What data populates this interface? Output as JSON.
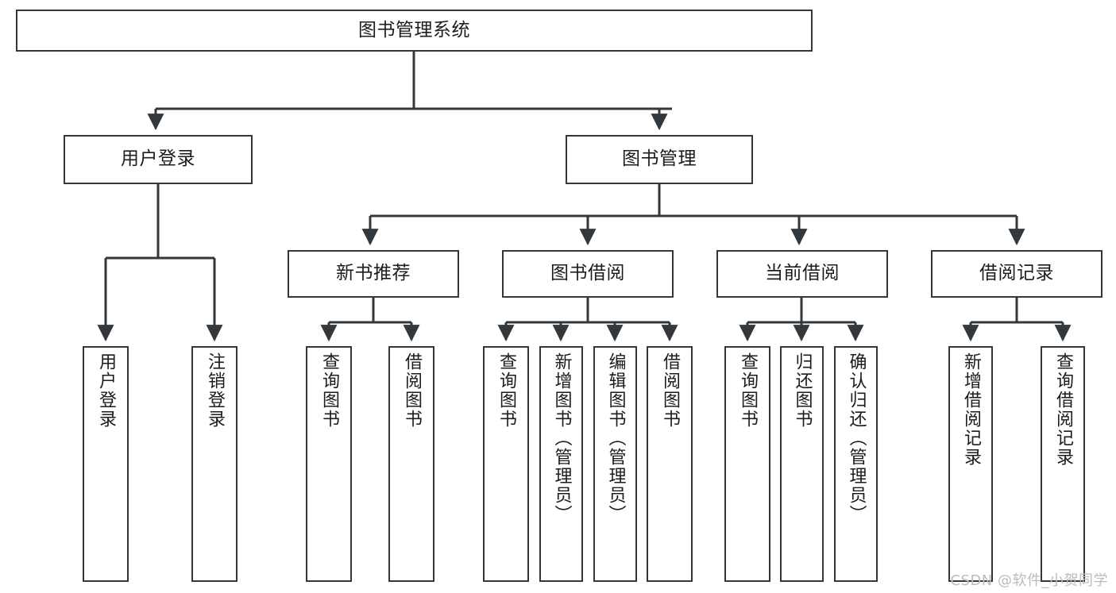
{
  "diagram": {
    "title": "图书管理系统",
    "watermark": "CSDN @软件_小贺同学",
    "edge_color": "#33383d",
    "box_border_color": "#33383d",
    "box_fill": "#ffffff",
    "text_color": "#1c1c1c",
    "nodes": {
      "root": {
        "label": "图书管理系统"
      },
      "level2": [
        {
          "id": "user-login",
          "label": "用户登录"
        },
        {
          "id": "book-manage",
          "label": "图书管理"
        }
      ],
      "level3": [
        {
          "id": "new-book-recommend",
          "label": "新书推荐"
        },
        {
          "id": "book-borrow",
          "label": "图书借阅"
        },
        {
          "id": "current-borrow",
          "label": "当前借阅"
        },
        {
          "id": "borrow-record",
          "label": "借阅记录"
        }
      ],
      "leaves": {
        "user-login": [
          {
            "id": "leaf-user-login",
            "label": "用户登录"
          },
          {
            "id": "leaf-logout",
            "label": "注销登录"
          }
        ],
        "new-book-recommend": [
          {
            "id": "leaf-query-book-1",
            "label": "查询图书"
          },
          {
            "id": "leaf-borrow-book-1",
            "label": "借阅图书"
          }
        ],
        "book-borrow": [
          {
            "id": "leaf-query-book-2",
            "label": "查询图书"
          },
          {
            "id": "leaf-add-book",
            "label": "新增图书（管理员）"
          },
          {
            "id": "leaf-edit-book",
            "label": "编辑图书（管理员）"
          },
          {
            "id": "leaf-borrow-book-2",
            "label": "借阅图书"
          }
        ],
        "current-borrow": [
          {
            "id": "leaf-query-book-3",
            "label": "查询图书"
          },
          {
            "id": "leaf-return-book",
            "label": "归还图书"
          },
          {
            "id": "leaf-confirm-return",
            "label": "确认归还（管理员）"
          }
        ],
        "borrow-record": [
          {
            "id": "leaf-add-record",
            "label": "新增借阅记录"
          },
          {
            "id": "leaf-query-record",
            "label": "查询借阅记录"
          }
        ]
      }
    }
  }
}
